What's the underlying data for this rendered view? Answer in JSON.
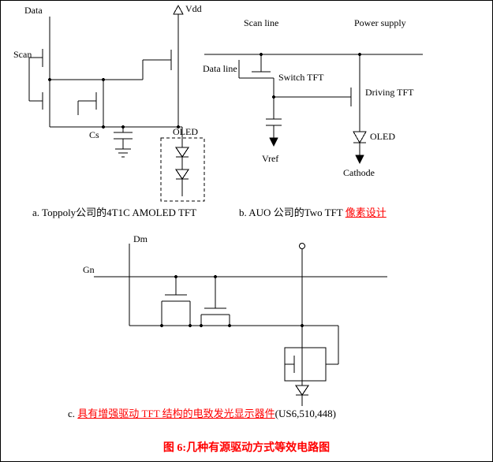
{
  "colors": {
    "ink": "#000000",
    "accent_red": "#ff0000",
    "background": "#ffffff"
  },
  "figure_caption": "图 6:几种有源驱动方式等效电路图",
  "circuit_a": {
    "caption": "a. Toppoly公司的4T1C AMOLED TFT",
    "labels": {
      "data": "Data",
      "scan": "Scan",
      "vdd": "Vdd",
      "cs": "Cs",
      "oled": "OLED"
    }
  },
  "circuit_b": {
    "caption_prefix": "b. AUO 公司的Two TFT ",
    "caption_highlight": "像素设计",
    "labels": {
      "scan_line": "Scan line",
      "power_supply": "Power supply",
      "data_line": "Data line",
      "switch_tft": "Switch TFT",
      "driving_tft": "Driving TFT",
      "oled": "OLED",
      "vref": "Vref",
      "cathode": "Cathode"
    }
  },
  "circuit_c": {
    "caption_prefix": "c. ",
    "caption_highlight": "具有增强驱动 TFT 结构的电致发光显示器件",
    "caption_suffix": "(US6,510,448)",
    "labels": {
      "dm": "Dm",
      "gn": "Gn"
    }
  }
}
